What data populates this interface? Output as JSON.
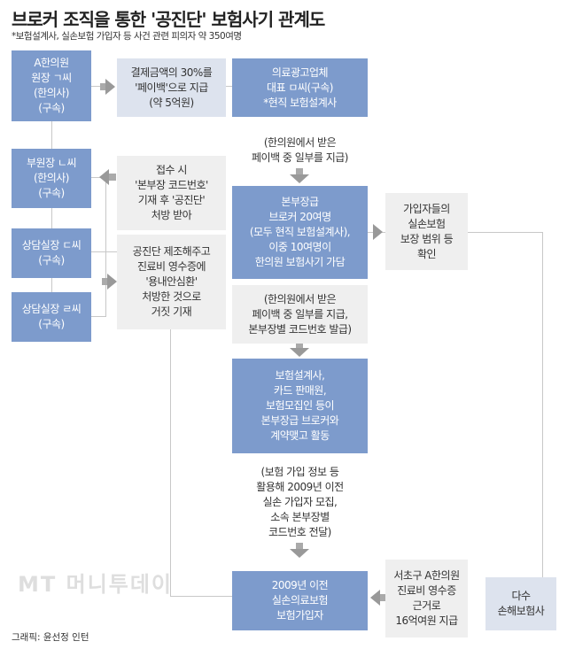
{
  "title": "브로커 조직을 통한 '공진단' 보험사기 관계도",
  "subtitle": "*보험설계사, 실손보험 가입자 등 사건 관련 피의자 약 350여명",
  "boxes": {
    "director": "A한의원\n원장 ㄱ씨\n(한의사)\n(구속)",
    "payback": "결제금액의 30%를\n'페이백'으로 지급\n(약 5억원)",
    "ad_company": "의료광고업체\n대표 ㅁ씨(구속)\n*현직 보험설계사",
    "vice_director": "부원장 ㄴ씨\n(한의사)\n(구속)",
    "counselor_d": "상담실장 ㄷ씨\n(구속)",
    "counselor_r": "상담실장 ㄹ씨\n(구속)",
    "reception": "접수 시\n'본부장 코드번호'\n기재 후 '공진단'\n처방 받아",
    "fake_record": "공진단 제조해주고\n진료비 영수증에\n'용내안심환'\n처방한 것으로\n거짓 기재",
    "note_payback": "(한의원에서 받은\n페이백 중 일부를 지급)",
    "brokers": "본부장급\n브로커 20여명\n(모두 현직 보험설계사),\n이중 10여명이\n한의원 보험사기 가담",
    "coverage_check": "가입자들의\n실손보험\n보장 범위 등\n확인",
    "note_payback_code": "(한의원에서 받은\n페이백 중 일부를 지급,\n본부장별 코드번호 발급)",
    "agents": "보험설계사,\n카드 판매원,\n보험모집인 등이\n본부장급 브로커와\n계약맺고 활동",
    "note_recruit": "(보험 가입 정보 등\n활용해 2009년 이전\n실손 가입자 모집,\n소속 본부장별\n코드번호 전달)",
    "subscribers": "2009년 이전\n실손의료보험\n보험가입자",
    "claims": "서초구 A한의원\n진료비 영수증\n근거로\n16억여원 지급",
    "insurers": "다수\n손해보험사"
  },
  "credit": "그래픽: 윤선정 인턴",
  "watermark": "MT 머니투데이"
}
